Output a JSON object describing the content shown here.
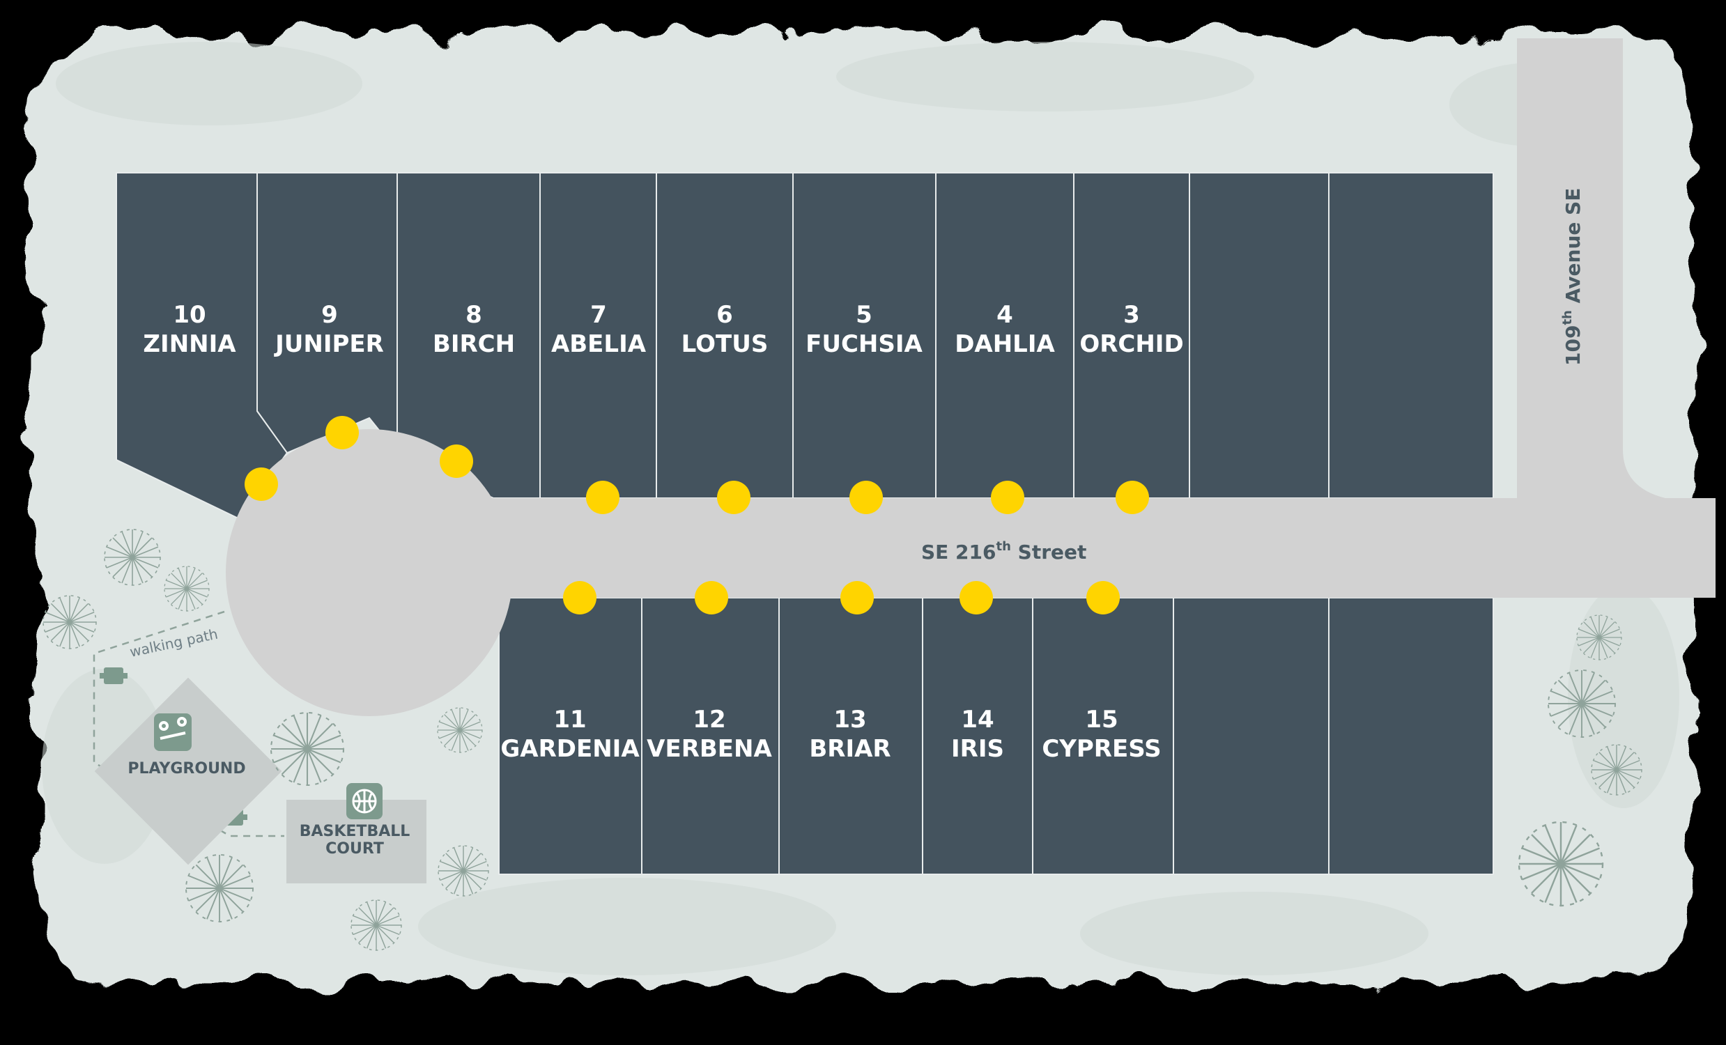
{
  "streets": {
    "main": "SE 216",
    "main_sup": "th",
    "main_suffix": " Street",
    "avenue": "109",
    "avenue_sup": "th",
    "avenue_suffix": " Avenue SE"
  },
  "amenities": {
    "walking_path": "walking path",
    "playground": "PLAYGROUND",
    "basketball_line1": "BASKETBALL",
    "basketball_line2": "COURT"
  },
  "lots": [
    {
      "number": "10",
      "name": "ZINNIA"
    },
    {
      "number": "9",
      "name": "JUNIPER"
    },
    {
      "number": "8",
      "name": "BIRCH"
    },
    {
      "number": "7",
      "name": "ABELIA"
    },
    {
      "number": "6",
      "name": "LOTUS"
    },
    {
      "number": "5",
      "name": "FUCHSIA"
    },
    {
      "number": "4",
      "name": "DAHLIA"
    },
    {
      "number": "3",
      "name": "ORCHID"
    },
    {
      "number": "11",
      "name": "GARDENIA"
    },
    {
      "number": "12",
      "name": "VERBENA"
    },
    {
      "number": "13",
      "name": "BRIAR"
    },
    {
      "number": "14",
      "name": "IRIS"
    },
    {
      "number": "15",
      "name": "CYPRESS"
    }
  ],
  "colors": {
    "background": "#000000",
    "land": "#dfe6e4",
    "lot": "#44535e",
    "road": "#d2d2d2",
    "marker": "#ffd400",
    "amenity": "#7d9a8d"
  }
}
